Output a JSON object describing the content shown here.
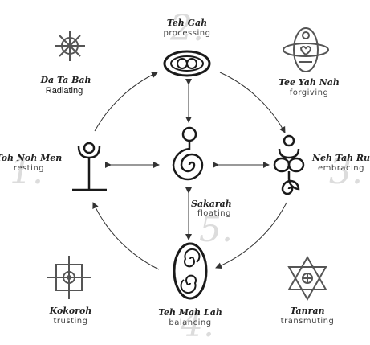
{
  "nodes": {
    "teh_gah": {
      "name": "Teh Gah",
      "meaning": "processing",
      "number": "2."
    },
    "neh_tah_ru": {
      "name": "Neh Tah Ru",
      "meaning": "embracing",
      "number": "3."
    },
    "teh_mah_lah": {
      "name": "Teh Mah Lah",
      "meaning": "balancing",
      "number": "4."
    },
    "toh_noh_men": {
      "name": "Toh Noh Men",
      "meaning": "resting",
      "number": "1."
    },
    "sakarah": {
      "name": "Sakarah",
      "meaning": "floating",
      "number": "5."
    }
  },
  "corners": {
    "da_ta_bah": {
      "name": "Da Ta Bah",
      "meaning": "Radiating"
    },
    "tee_yah_nah": {
      "name": "Tee Yah Nah",
      "meaning": "forgiving"
    },
    "kokoroh": {
      "name": "Kokoroh",
      "meaning": "trusting"
    },
    "tanran": {
      "name": "Tanran",
      "meaning": "transmuting"
    }
  }
}
